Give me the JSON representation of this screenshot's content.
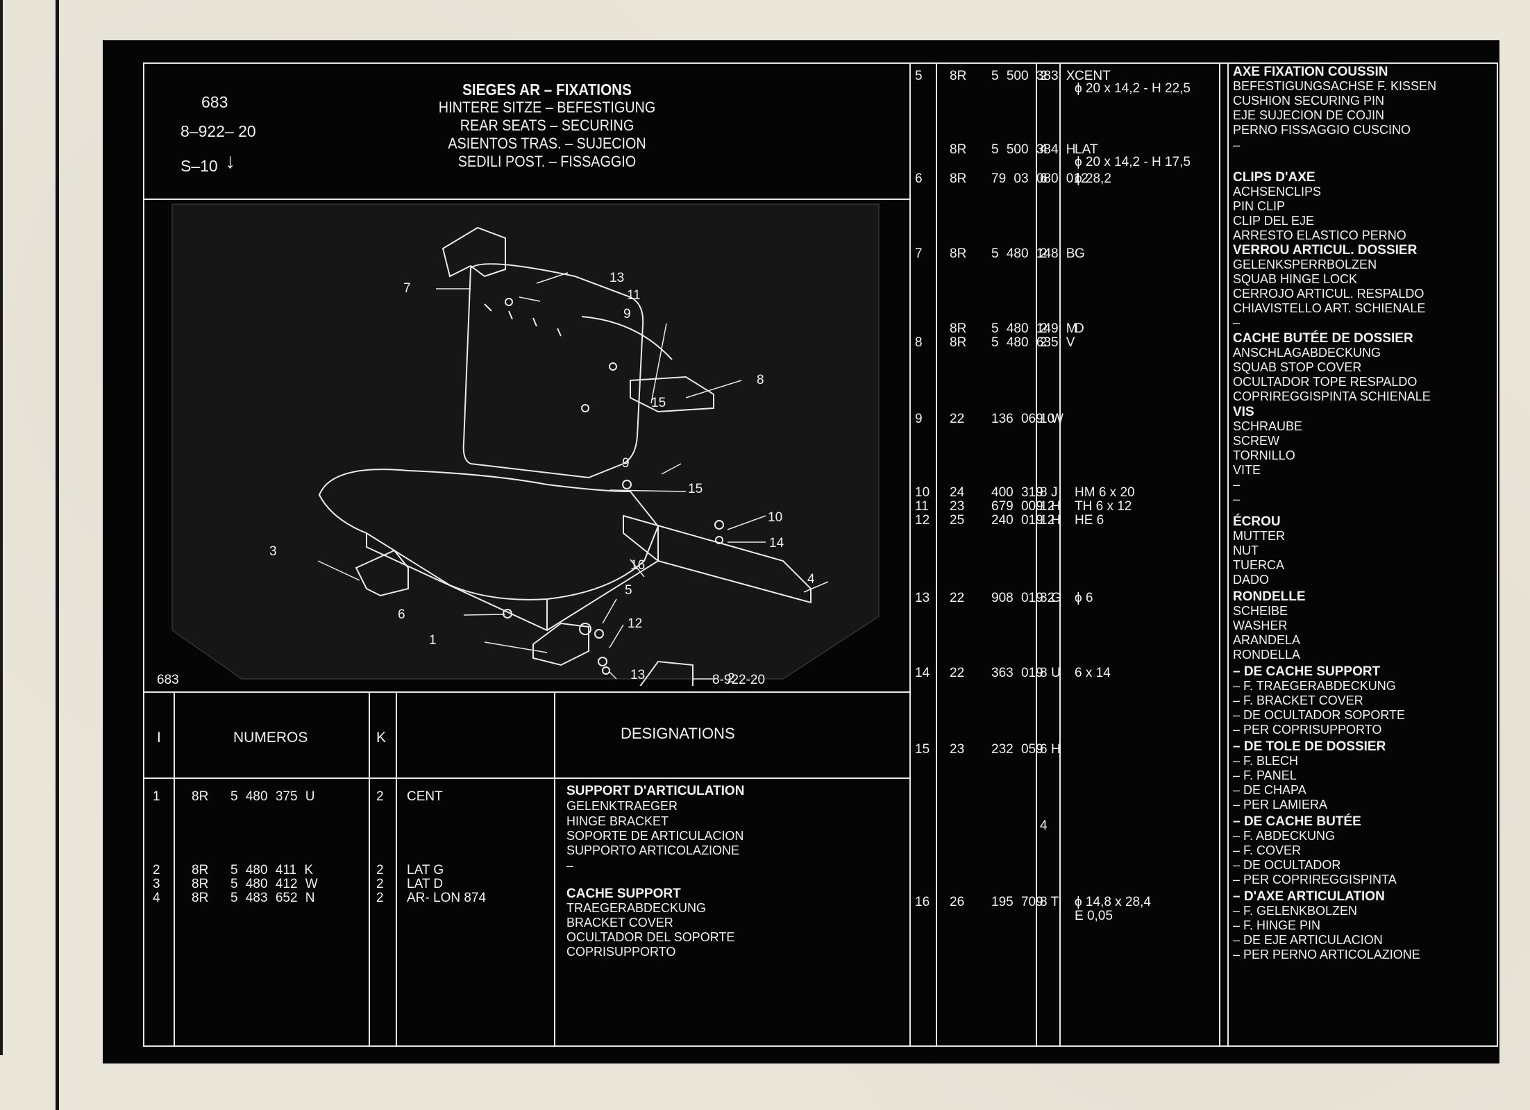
{
  "header": {
    "ref_code": "683",
    "ref_number": "8–922– 20",
    "ref_s": "S–10",
    "arrow": "down-arrow",
    "titles": [
      "SIEGES AR – FIXATIONS",
      "HINTERE SITZE – BEFESTIGUNG",
      "REAR SEATS – SECURING",
      "ASIENTOS TRAS. – SUJECION",
      "SEDILI POST. – FISSAGGIO"
    ]
  },
  "drawing": {
    "left_label": "683",
    "right_label": "8-922-20",
    "callouts": [
      "1",
      "2",
      "3",
      "4",
      "5",
      "6",
      "7",
      "8",
      "9",
      "9",
      "10",
      "11",
      "12",
      "13",
      "13",
      "14",
      "15",
      "15",
      "16"
    ]
  },
  "bottom_table": {
    "headers": {
      "i": "I",
      "numeros": "NUMEROS",
      "k": "K",
      "designations": "DESIGNATIONS"
    },
    "rows": [
      {
        "i": "1",
        "p1": "8R",
        "p2": "5 480 375 U",
        "k": "2",
        "note": "CENT"
      },
      {
        "i": "2",
        "p1": "8R",
        "p2": "5 480 411 K",
        "k": "2",
        "note": "LAT G"
      },
      {
        "i": "3",
        "p1": "8R",
        "p2": "5 480 412 W",
        "k": "2",
        "note": "LAT D"
      },
      {
        "i": "4",
        "p1": "8R",
        "p2": "5 483 652 N",
        "k": "2",
        "note": "AR- LON 874"
      }
    ],
    "designations": [
      {
        "text": "SUPPORT D'ARTICULATION",
        "bold": true
      },
      {
        "text": "GELENKTRAEGER",
        "bold": false
      },
      {
        "text": "HINGE BRACKET",
        "bold": false
      },
      {
        "text": "SOPORTE DE ARTICULACION",
        "bold": false
      },
      {
        "text": "SUPPORTO ARTICOLAZIONE",
        "bold": false
      },
      {
        "text": "–",
        "bold": false
      },
      {
        "text": "CACHE SUPPORT",
        "bold": true
      },
      {
        "text": "TRAEGERABDECKUNG",
        "bold": false
      },
      {
        "text": "BRACKET COVER",
        "bold": false
      },
      {
        "text": "OCULTADOR DEL SOPORTE",
        "bold": false
      },
      {
        "text": "COPRISUPPORTO",
        "bold": false
      }
    ]
  },
  "right_rows": [
    {
      "i": "5",
      "p1": "8R",
      "p2": "5 500 383 X",
      "k": "2",
      "note": "CENT"
    },
    {
      "i": "",
      "p1": "",
      "p2": "",
      "k": "",
      "note": "ϕ 20 x 14,2 - H 22,5"
    },
    {
      "i": "",
      "p1": "8R",
      "p2": "5 500 384 H",
      "k": "4",
      "note": "LAT"
    },
    {
      "i": "",
      "p1": "",
      "p2": "",
      "k": "",
      "note": "ϕ 20 x 14,2 - H 17,5"
    },
    {
      "i": "6",
      "p1": "8R",
      "p2": "79 03 080 012",
      "k": "6",
      "note": "ϕ 28,2"
    },
    {
      "i": "7",
      "p1": "8R",
      "p2": "5 480 148 B",
      "k": "2",
      "note": "G"
    },
    {
      "i": "",
      "p1": "8R",
      "p2": "5 480 149 M",
      "k": "2",
      "note": "D"
    },
    {
      "i": "8",
      "p1": "8R",
      "p2": "5 480 635 V",
      "k": "2",
      "note": ""
    },
    {
      "i": "9",
      "p1": "22",
      "p2": "136 069 W",
      "k": "10",
      "note": ""
    },
    {
      "i": "10",
      "p1": "24",
      "p2": "400 319 J",
      "k": "8",
      "note": "HM 6 x 20"
    },
    {
      "i": "11",
      "p1": "23",
      "p2": "679 009 H",
      "k": "12",
      "note": "TH 6 x 12"
    },
    {
      "i": "12",
      "p1": "25",
      "p2": "240 019 H",
      "k": "12",
      "note": "HE 6"
    },
    {
      "i": "13",
      "p1": "22",
      "p2": "908 019 G",
      "k": "32",
      "note": "ϕ 6"
    },
    {
      "i": "14",
      "p1": "22",
      "p2": "363 019 U",
      "k": "8",
      "note": "6 x 14"
    },
    {
      "i": "15",
      "p1": "23",
      "p2": "232 059 H",
      "k": "6",
      "note": ""
    },
    {
      "i": "",
      "p1": "",
      "p2": "",
      "k": "4",
      "note": ""
    },
    {
      "i": "16",
      "p1": "26",
      "p2": "195 709 T",
      "k": "8",
      "note": "ϕ 14,8 x 28,4"
    },
    {
      "i": "",
      "p1": "",
      "p2": "",
      "k": "",
      "note": "E 0,05"
    }
  ],
  "right_designations": [
    {
      "text": "AXE FIXATION COUSSIN",
      "bold": true
    },
    {
      "text": "BEFESTIGUNGSACHSE F. KISSEN",
      "bold": false
    },
    {
      "text": "CUSHION SECURING PIN",
      "bold": false
    },
    {
      "text": "EJE SUJECION DE COJIN",
      "bold": false
    },
    {
      "text": "PERNO FISSAGGIO CUSCINO",
      "bold": false
    },
    {
      "text": "–",
      "bold": false
    },
    {
      "text": "CLIPS D'AXE",
      "bold": true
    },
    {
      "text": "ACHSENCLIPS",
      "bold": false
    },
    {
      "text": "PIN CLIP",
      "bold": false
    },
    {
      "text": "CLIP DEL EJE",
      "bold": false
    },
    {
      "text": "ARRESTO ELASTICO PERNO",
      "bold": false
    },
    {
      "text": "VERROU ARTICUL. DOSSIER",
      "bold": true
    },
    {
      "text": "GELENKSPERRBOLZEN",
      "bold": false
    },
    {
      "text": "SQUAB HINGE LOCK",
      "bold": false
    },
    {
      "text": "CERROJO ARTICUL. RESPALDO",
      "bold": false
    },
    {
      "text": "CHIAVISTELLO ART. SCHIENALE",
      "bold": false
    },
    {
      "text": "–",
      "bold": false
    },
    {
      "text": "CACHE BUTÉE DE DOSSIER",
      "bold": true
    },
    {
      "text": "ANSCHLAGABDECKUNG",
      "bold": false
    },
    {
      "text": "SQUAB STOP COVER",
      "bold": false
    },
    {
      "text": "OCULTADOR TOPE RESPALDO",
      "bold": false
    },
    {
      "text": "COPRIREGGISPINTA SCHIENALE",
      "bold": false
    },
    {
      "text": "VIS",
      "bold": true
    },
    {
      "text": "SCHRAUBE",
      "bold": false
    },
    {
      "text": "SCREW",
      "bold": false
    },
    {
      "text": "TORNILLO",
      "bold": false
    },
    {
      "text": "VITE",
      "bold": false
    },
    {
      "text": "–",
      "bold": false
    },
    {
      "text": "–",
      "bold": false
    },
    {
      "text": "ÉCROU",
      "bold": true
    },
    {
      "text": "MUTTER",
      "bold": false
    },
    {
      "text": "NUT",
      "bold": false
    },
    {
      "text": "TUERCA",
      "bold": false
    },
    {
      "text": "DADO",
      "bold": false
    },
    {
      "text": "RONDELLE",
      "bold": true
    },
    {
      "text": "SCHEIBE",
      "bold": false
    },
    {
      "text": "WASHER",
      "bold": false
    },
    {
      "text": "ARANDELA",
      "bold": false
    },
    {
      "text": "RONDELLA",
      "bold": false
    },
    {
      "text": "– DE CACHE SUPPORT",
      "bold": true
    },
    {
      "text": "– F. TRAEGERABDECKUNG",
      "bold": false
    },
    {
      "text": "– F. BRACKET COVER",
      "bold": false
    },
    {
      "text": "– DE OCULTADOR SOPORTE",
      "bold": false
    },
    {
      "text": "– PER COPRISUPPORTO",
      "bold": false
    },
    {
      "text": "– DE TOLE DE DOSSIER",
      "bold": true
    },
    {
      "text": "– F. BLECH",
      "bold": false
    },
    {
      "text": "– F. PANEL",
      "bold": false
    },
    {
      "text": "– DE CHAPA",
      "bold": false
    },
    {
      "text": "– PER LAMIERA",
      "bold": false
    },
    {
      "text": "– DE CACHE BUTÉE",
      "bold": true
    },
    {
      "text": "– F. ABDECKUNG",
      "bold": false
    },
    {
      "text": "– F. COVER",
      "bold": false
    },
    {
      "text": "– DE OCULTADOR",
      "bold": false
    },
    {
      "text": "– PER COPRIREGGISPINTA",
      "bold": false
    },
    {
      "text": "– D'AXE ARTICULATION",
      "bold": true
    },
    {
      "text": "– F. GELENKBOLZEN",
      "bold": false
    },
    {
      "text": "– F. HINGE PIN",
      "bold": false
    },
    {
      "text": "– DE EJE ARTICULACION",
      "bold": false
    },
    {
      "text": "– PER PERNO ARTICOLAZIONE",
      "bold": false
    }
  ]
}
